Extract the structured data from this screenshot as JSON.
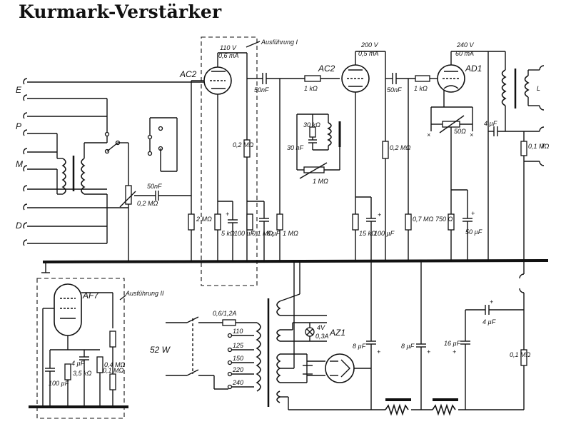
{
  "title": "Kurmark-Verstärker",
  "variants": {
    "v1": "Ausführung I",
    "v2": "Ausführung II"
  },
  "tubes": {
    "v1": "AC2",
    "v2": "AC2",
    "out": "AD1",
    "pre": "AF7",
    "rect": "AZ1"
  },
  "inputs": [
    "E",
    "P",
    "M",
    "D"
  ],
  "output_labels": [
    "L",
    "T"
  ],
  "supply": {
    "power": "52 W",
    "fuse": "0,6/1,2A",
    "taps": [
      "110",
      "125",
      "150",
      "220",
      "240"
    ],
    "lamp": [
      "4V",
      "0,3A"
    ]
  },
  "stage1": {
    "voltage": "110 V",
    "current": "0,6 mA",
    "coupling_cap": "50nF",
    "plate_res": "0,2 MΩ",
    "grid_res": "2 MΩ",
    "cath_res": "5 kΩ",
    "cath_cap": "100 µF",
    "res_b": "0,1 MΩ",
    "cap_b": "8 µF"
  },
  "stage2": {
    "voltage": "200 V",
    "current": "0,5 mA",
    "series_res": "1 kΩ",
    "coupling_cap": "50nF",
    "grid_res": "1 MΩ",
    "tone_r": "30 kΩ",
    "tone_c": "30 nF",
    "pot": "1 MΩ",
    "plate_res": "0,2 MΩ",
    "cath_res": "15 kΩ",
    "cath_cap": "100 µF"
  },
  "stage3": {
    "voltage": "240 V",
    "current": "60 mA",
    "series_res": "1 kΩ",
    "hum_pot": "50Ω",
    "res": "0,7 MΩ",
    "cath_res": "750 Ω",
    "cath_cap": "50 µF",
    "out_cap": "4 µF",
    "out_res": "0,1 MΩ"
  },
  "input_section": {
    "pot": "0,2 MΩ",
    "cap": "50nF"
  },
  "pre_stage": {
    "cap_a": "100 µF",
    "cap_b": "4 µF",
    "res_a": "3,5 kΩ",
    "res_b": "0,1 MΩ",
    "res_c": "0,4 MΩ"
  },
  "filter": {
    "c1": "8 µF",
    "c2": "8 µF",
    "c3": "16 µF",
    "c4": "4 µF",
    "r": "0,1 MΩ"
  }
}
